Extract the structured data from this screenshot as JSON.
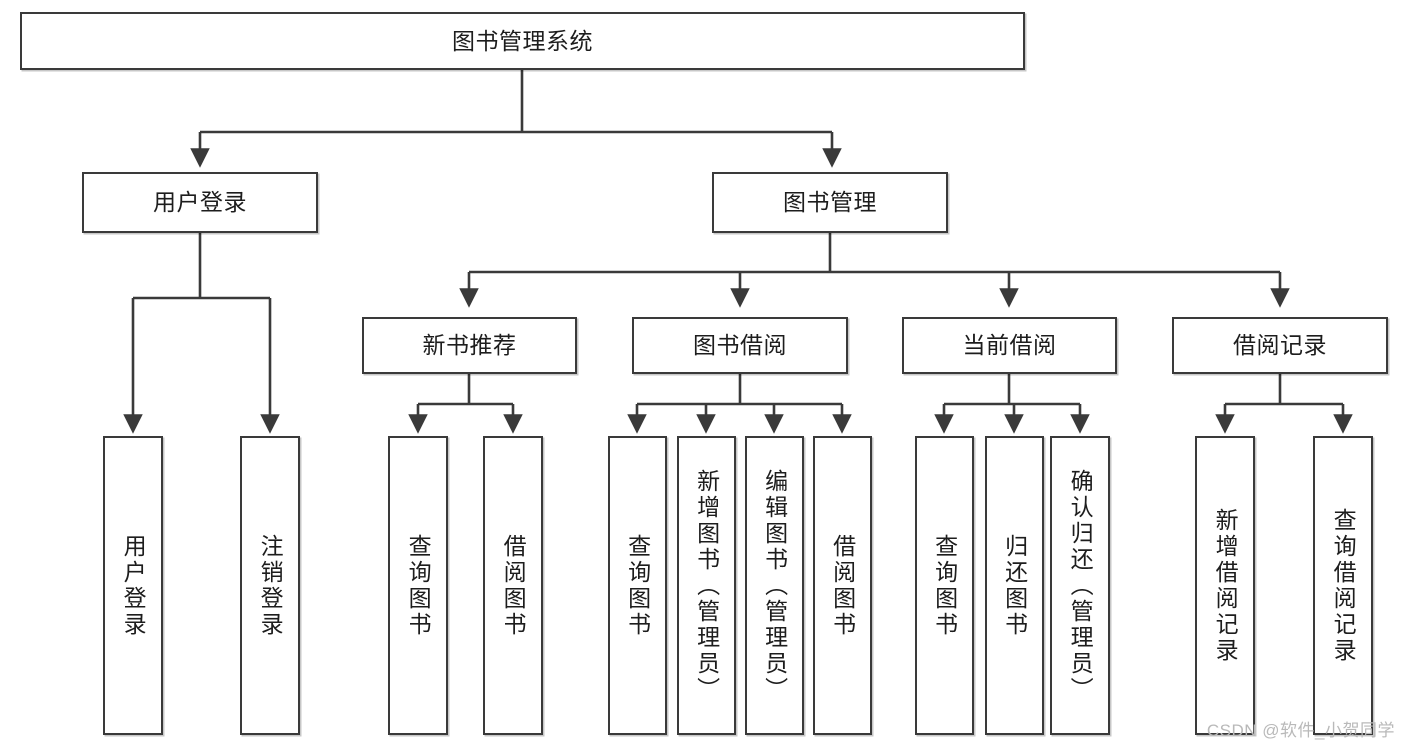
{
  "diagram": {
    "type": "tree",
    "orientation": "top-down",
    "title_node": {
      "id": "root",
      "label": "图书管理系统"
    },
    "level2": [
      {
        "id": "login",
        "label": "用户登录"
      },
      {
        "id": "bookmgmt",
        "label": "图书管理"
      }
    ],
    "level3": [
      {
        "id": "newbook",
        "label": "新书推荐",
        "parent": "bookmgmt"
      },
      {
        "id": "borrow",
        "label": "图书借阅",
        "parent": "bookmgmt"
      },
      {
        "id": "current",
        "label": "当前借阅",
        "parent": "bookmgmt"
      },
      {
        "id": "records",
        "label": "借阅记录",
        "parent": "bookmgmt"
      }
    ],
    "leaves": [
      {
        "id": "leaf-user-login",
        "label": "用户登录",
        "parent": "login"
      },
      {
        "id": "leaf-user-logout",
        "label": "注销登录",
        "parent": "login"
      },
      {
        "id": "leaf-newbook-query",
        "label": "查询图书",
        "parent": "newbook"
      },
      {
        "id": "leaf-newbook-borrow",
        "label": "借阅图书",
        "parent": "newbook"
      },
      {
        "id": "leaf-borrow-query",
        "label": "查询图书",
        "parent": "borrow"
      },
      {
        "id": "leaf-borrow-add",
        "label": "新增图书（管理员）",
        "parent": "borrow"
      },
      {
        "id": "leaf-borrow-edit",
        "label": "编辑图书（管理员）",
        "parent": "borrow"
      },
      {
        "id": "leaf-borrow-lend",
        "label": "借阅图书",
        "parent": "borrow"
      },
      {
        "id": "leaf-current-query",
        "label": "查询图书",
        "parent": "current"
      },
      {
        "id": "leaf-current-return",
        "label": "归还图书",
        "parent": "current"
      },
      {
        "id": "leaf-current-confirm",
        "label": "确认归还（管理员）",
        "parent": "current"
      },
      {
        "id": "leaf-records-add",
        "label": "新增借阅记录",
        "parent": "records"
      },
      {
        "id": "leaf-records-query",
        "label": "查询借阅记录",
        "parent": "records"
      }
    ],
    "watermark": "CSDN @软件_小贺同学",
    "colors": {
      "stroke": "#3a3a3a",
      "fill": "#ffffff",
      "text": "#1d1d1d",
      "watermark": "#b9b9b9"
    }
  }
}
